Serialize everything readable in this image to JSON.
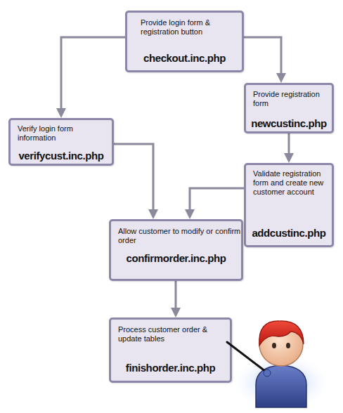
{
  "diagram": {
    "nodes": [
      {
        "text": [
          "Provide login form & registration button",
          "checkout.inc.php"
        ]
      },
      {
        "text": [
          "Provide registration form",
          "newcustinc.php"
        ]
      },
      {
        "text": [
          "Verify login form information",
          "verifycust.inc.php"
        ]
      },
      {
        "text": [
          "Validate registration form and create new customer account",
          "addcustinc.php"
        ]
      },
      {
        "text": [
          "Allow customer to modify or confirm order",
          "confirmorder.inc.php"
        ]
      },
      {
        "text": [
          "Process customer order & update tables",
          "finishorder.inc.php"
        ]
      }
    ],
    "edges": [
      {
        "from": 0,
        "to": 1,
        "arrow": "to"
      },
      {
        "from": 0,
        "to": 2,
        "arrow": "to"
      },
      {
        "from": 1,
        "to": 3,
        "arrow": "to"
      },
      {
        "from": 2,
        "to": 4,
        "arrow": "to"
      },
      {
        "from": 3,
        "to": 4,
        "arrow": "to"
      },
      {
        "from": 4,
        "to": 5,
        "arrow": "to"
      }
    ]
  }
}
